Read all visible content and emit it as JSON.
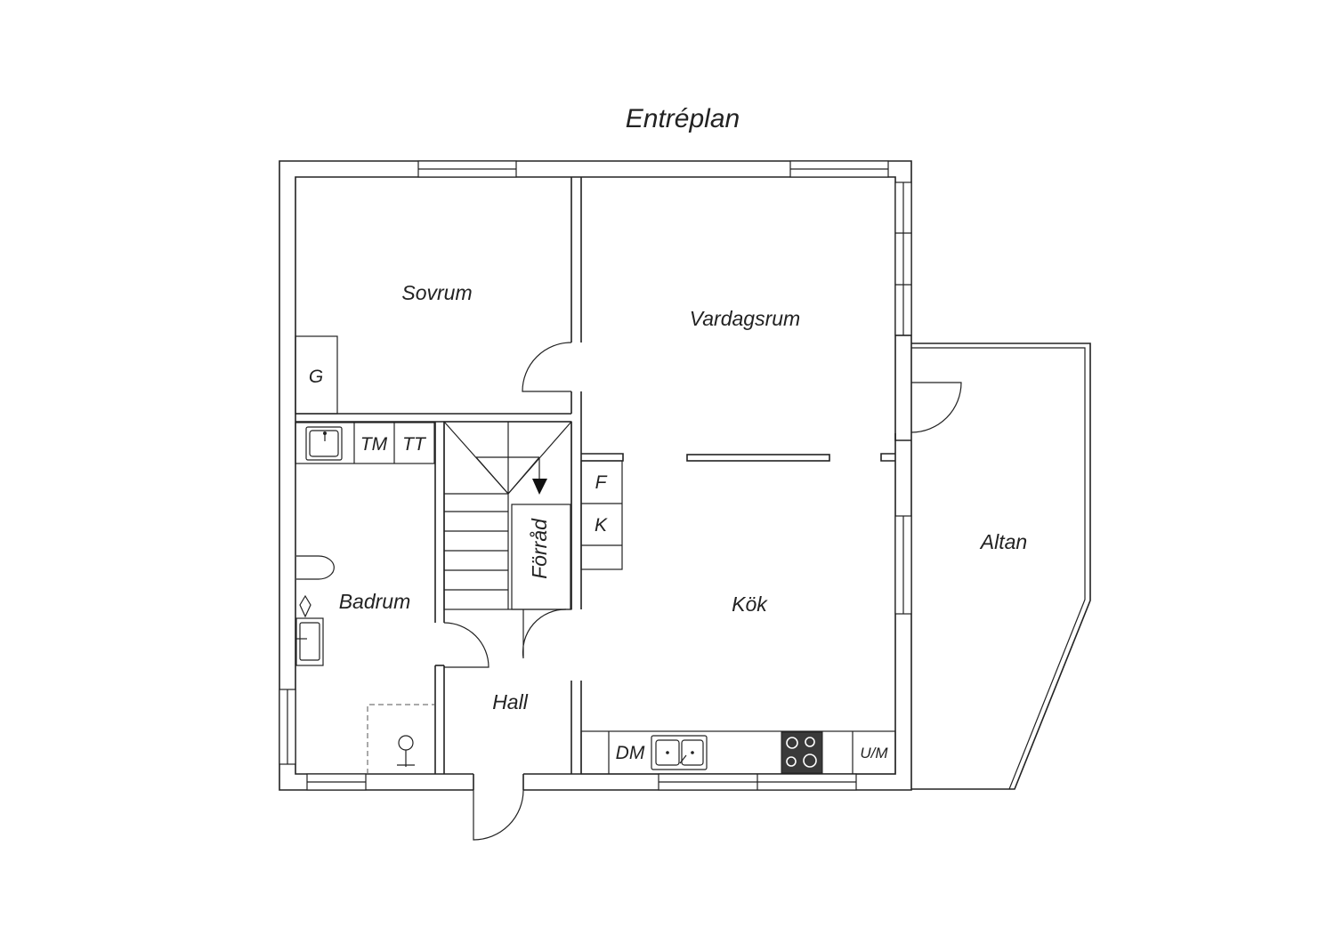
{
  "title": "Entréplan",
  "rooms": {
    "sovrum": "Sovrum",
    "vardagsrum": "Vardagsrum",
    "badrum": "Badrum",
    "forrad": "Förråd",
    "hall": "Hall",
    "kok": "Kök",
    "altan": "Altan"
  },
  "fixtures": {
    "garderob": "G",
    "tvattmaskin": "TM",
    "torktumlare": "TT",
    "frys": "F",
    "kyl": "K",
    "diskmaskin": "DM",
    "ugn_mikro": "U/M"
  },
  "colors": {
    "line": "#222222",
    "background": "#ffffff",
    "stove": "#3a3a3a"
  }
}
